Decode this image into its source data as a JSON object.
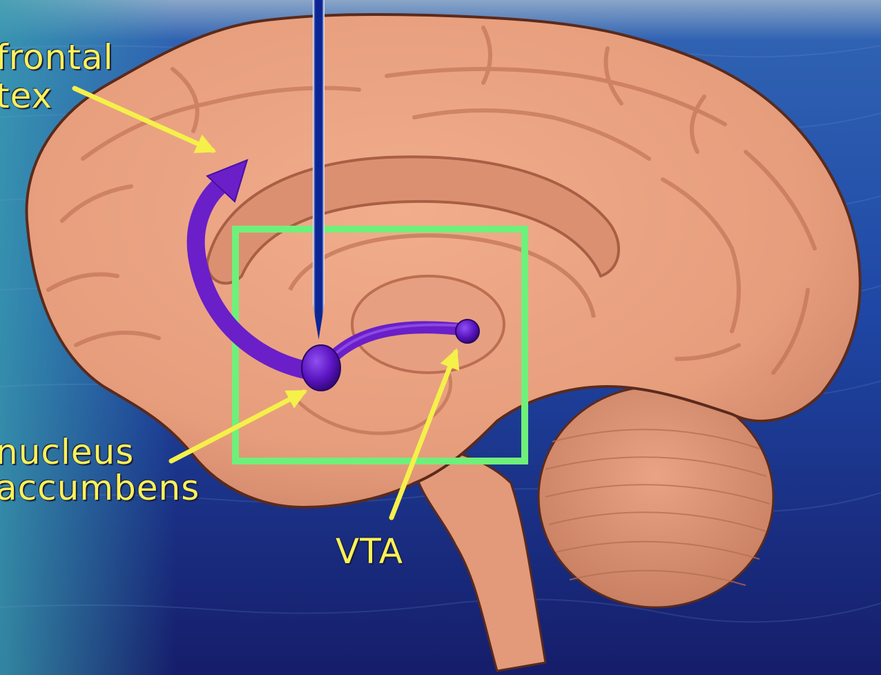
{
  "labels": {
    "frontal_cortex_line1": "frontal",
    "frontal_cortex_line2": "tex",
    "nucleus_accumbens_line1": "nucleus",
    "nucleus_accumbens_line2": "accumbens",
    "vta": "VTA"
  },
  "colors": {
    "label_text": "#f8f25a",
    "arrow": "#f5f04a",
    "pathway": "#6a1fc8",
    "highlight_box": "#6ff07a",
    "probe": "#0d2a9c",
    "brain": "#e9a080",
    "background": "#1f3f9a"
  }
}
